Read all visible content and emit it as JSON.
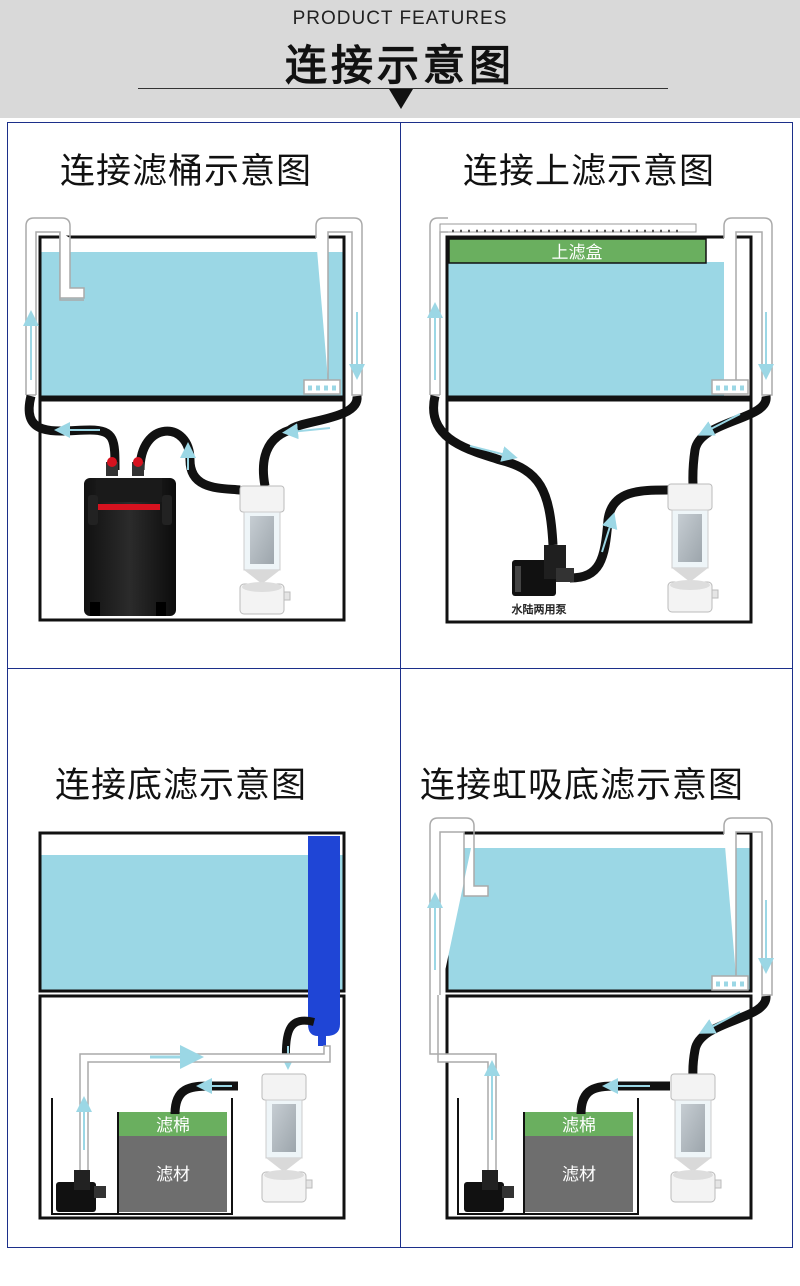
{
  "header": {
    "subtitle": "PRODUCT FEATURES",
    "title": "连接示意图"
  },
  "panels": [
    {
      "title": "连接滤桶示意图"
    },
    {
      "title": "连接上滤示意图",
      "top_box_label": "上滤盒",
      "pump_label": "水陆两用泵"
    },
    {
      "title": "连接底滤示意图",
      "cotton_label": "滤棉",
      "media_label": "滤材"
    },
    {
      "title": "连接虹吸底滤示意图",
      "cotton_label": "滤棉",
      "media_label": "滤材"
    }
  ],
  "colors": {
    "header_bg": "#d9d9d9",
    "frame": "#1c2f8a",
    "water": "#9bd7e5",
    "cotton": "#6aaf5f",
    "media": "#6e6e6e",
    "upper_box": "#6aaf5f",
    "overflow_pipe": "#1f45d6",
    "flow_arrow": "#9bd7e5"
  }
}
